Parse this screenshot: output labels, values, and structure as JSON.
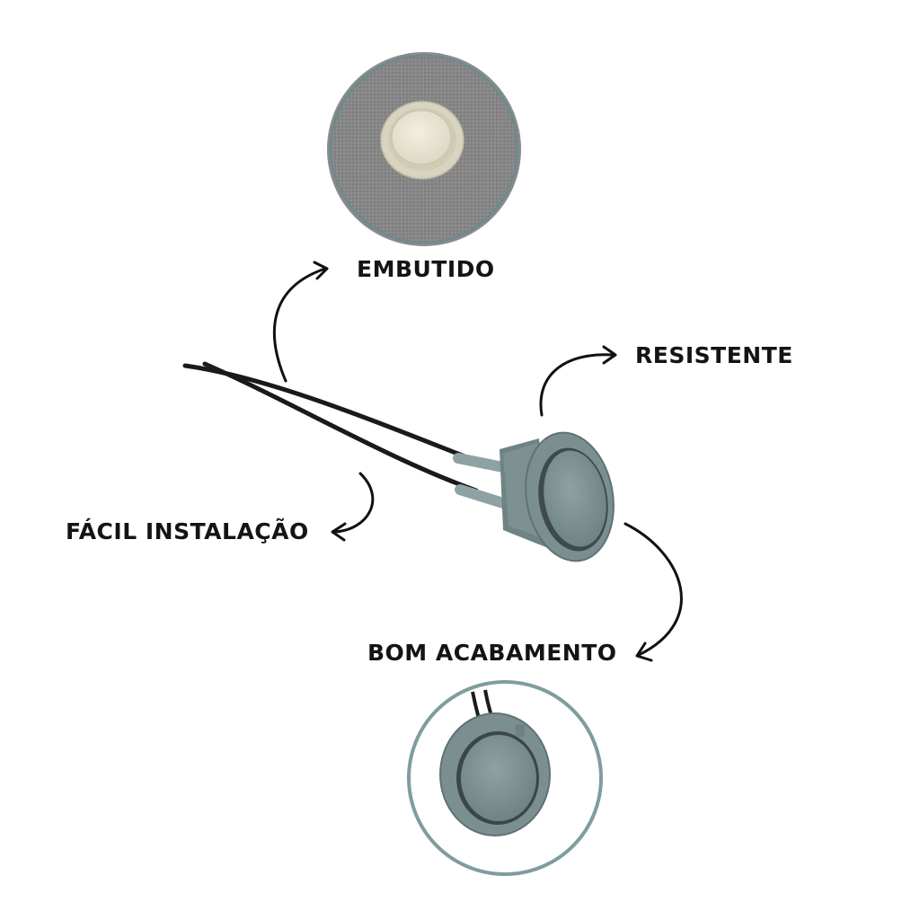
{
  "labels": {
    "top": "EMBUTIDO",
    "right": "RESISTENTE",
    "left": "FÁCIL INSTALAÇÃO",
    "bottom": "BOM ACABAMENTO"
  },
  "colors": {
    "switch_body": "#7b8f91",
    "switch_dark": "#5f7274",
    "wall_gray": "#858585",
    "ring_teal": "#7f9c9e",
    "button_cream": "#e8e5d3",
    "text": "#141414"
  },
  "icons": [
    "arrow-curved-icon",
    "rocker-switch-image",
    "recessed-switch-image",
    "wire-image"
  ]
}
